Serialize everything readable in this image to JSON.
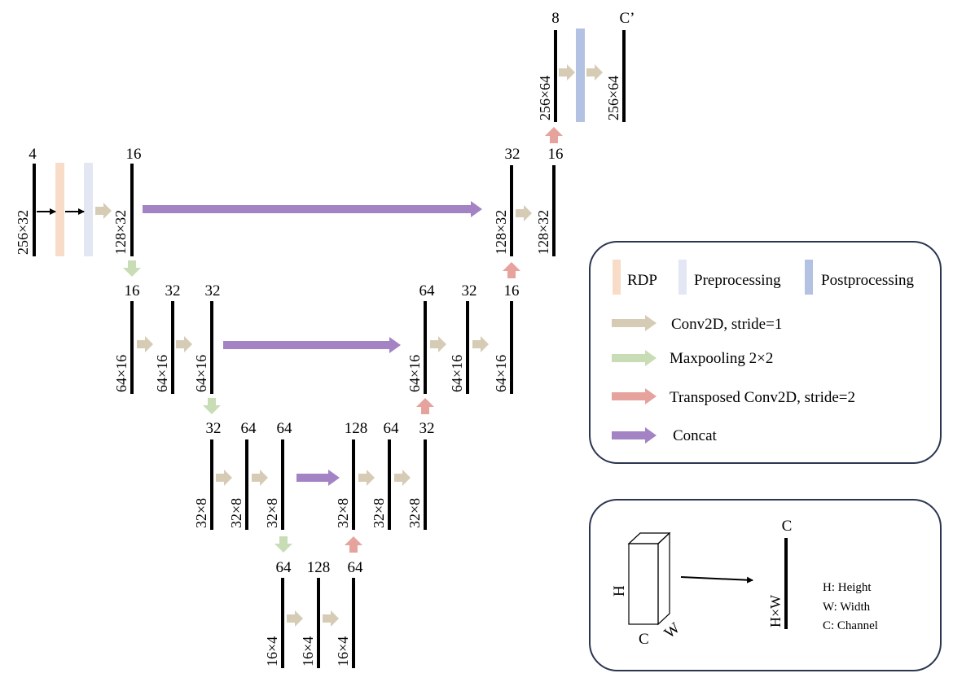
{
  "colors": {
    "rdp": "#f8dcc8",
    "preprocessing": "#e2e7f3",
    "postprocessing": "#b3c1e2",
    "conv": "#d6ccb6",
    "maxpool": "#c8ddb6",
    "transposed": "#e6a39e",
    "concat": "#a483c5",
    "bar": "#000000",
    "box_border": "#2b3550"
  },
  "layers": {
    "l1": {
      "in_ch": "4",
      "in_dim": "256×32",
      "ch": "16",
      "dim": "128×32"
    },
    "l2": {
      "ch": [
        "16",
        "32",
        "32"
      ],
      "dim": [
        "64×16",
        "64×16",
        "64×16"
      ]
    },
    "l3": {
      "ch": [
        "32",
        "64",
        "64"
      ],
      "dim": [
        "32×8",
        "32×8",
        "32×8"
      ]
    },
    "l4": {
      "ch": [
        "64",
        "128",
        "64"
      ],
      "dim": [
        "16×4",
        "16×4",
        "16×4"
      ]
    },
    "r3": {
      "ch": [
        "128",
        "64",
        "32"
      ],
      "dim": [
        "32×8",
        "32×8",
        "32×8"
      ]
    },
    "r2": {
      "ch": [
        "64",
        "32",
        "16"
      ],
      "dim": [
        "64×16",
        "64×16",
        "64×16"
      ]
    },
    "r1": {
      "ch": [
        "32",
        "16"
      ],
      "dim": [
        "128×32",
        "128×32"
      ]
    },
    "out": {
      "ch": [
        "8",
        "C’"
      ],
      "dim": [
        "256×64",
        "256×64"
      ]
    }
  },
  "legend": {
    "rdp": "RDP",
    "preprocessing": "Preprocessing",
    "postprocessing": "Postprocessing",
    "conv": "Conv2D, stride=1",
    "maxpool": "Maxpooling 2×2",
    "transposed": "Transposed Conv2D, stride=2",
    "concat": "Concat"
  },
  "key": {
    "h": "H",
    "c": "C",
    "w": "W",
    "c_top": "C",
    "hxw": "H×W",
    "height": "H: Height",
    "width": "W: Width",
    "channel": "C: Channel"
  }
}
